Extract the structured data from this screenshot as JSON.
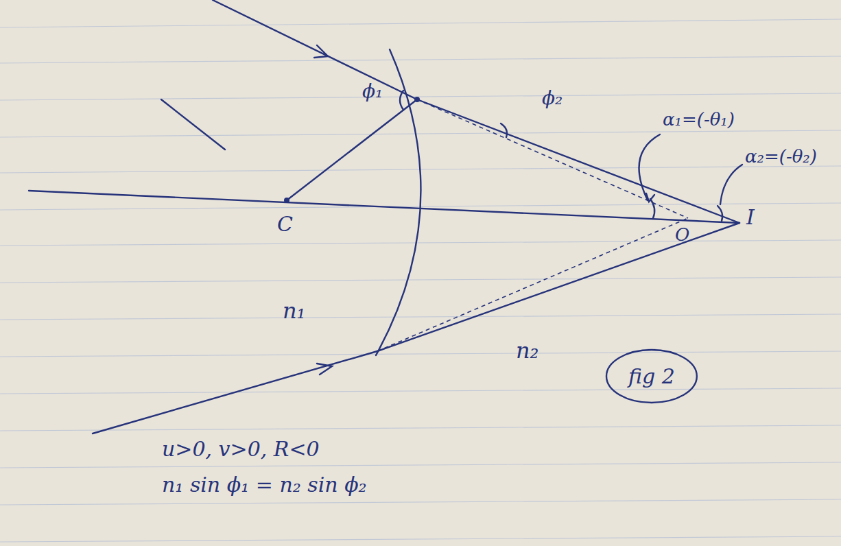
{
  "diagram": {
    "nodes": [
      {
        "text": [
          "fig 2"
        ]
      }
    ],
    "labels": [
      "ϕ₁",
      "ϕ₂",
      "α₁=(-θ₁)",
      "α₂=(-θ₂)",
      "C",
      "O",
      "I",
      "n₁",
      "n₂",
      "u>0, v>0, R<0",
      "n₁ sin ϕ₁ = n₂ sin ϕ₂"
    ]
  }
}
